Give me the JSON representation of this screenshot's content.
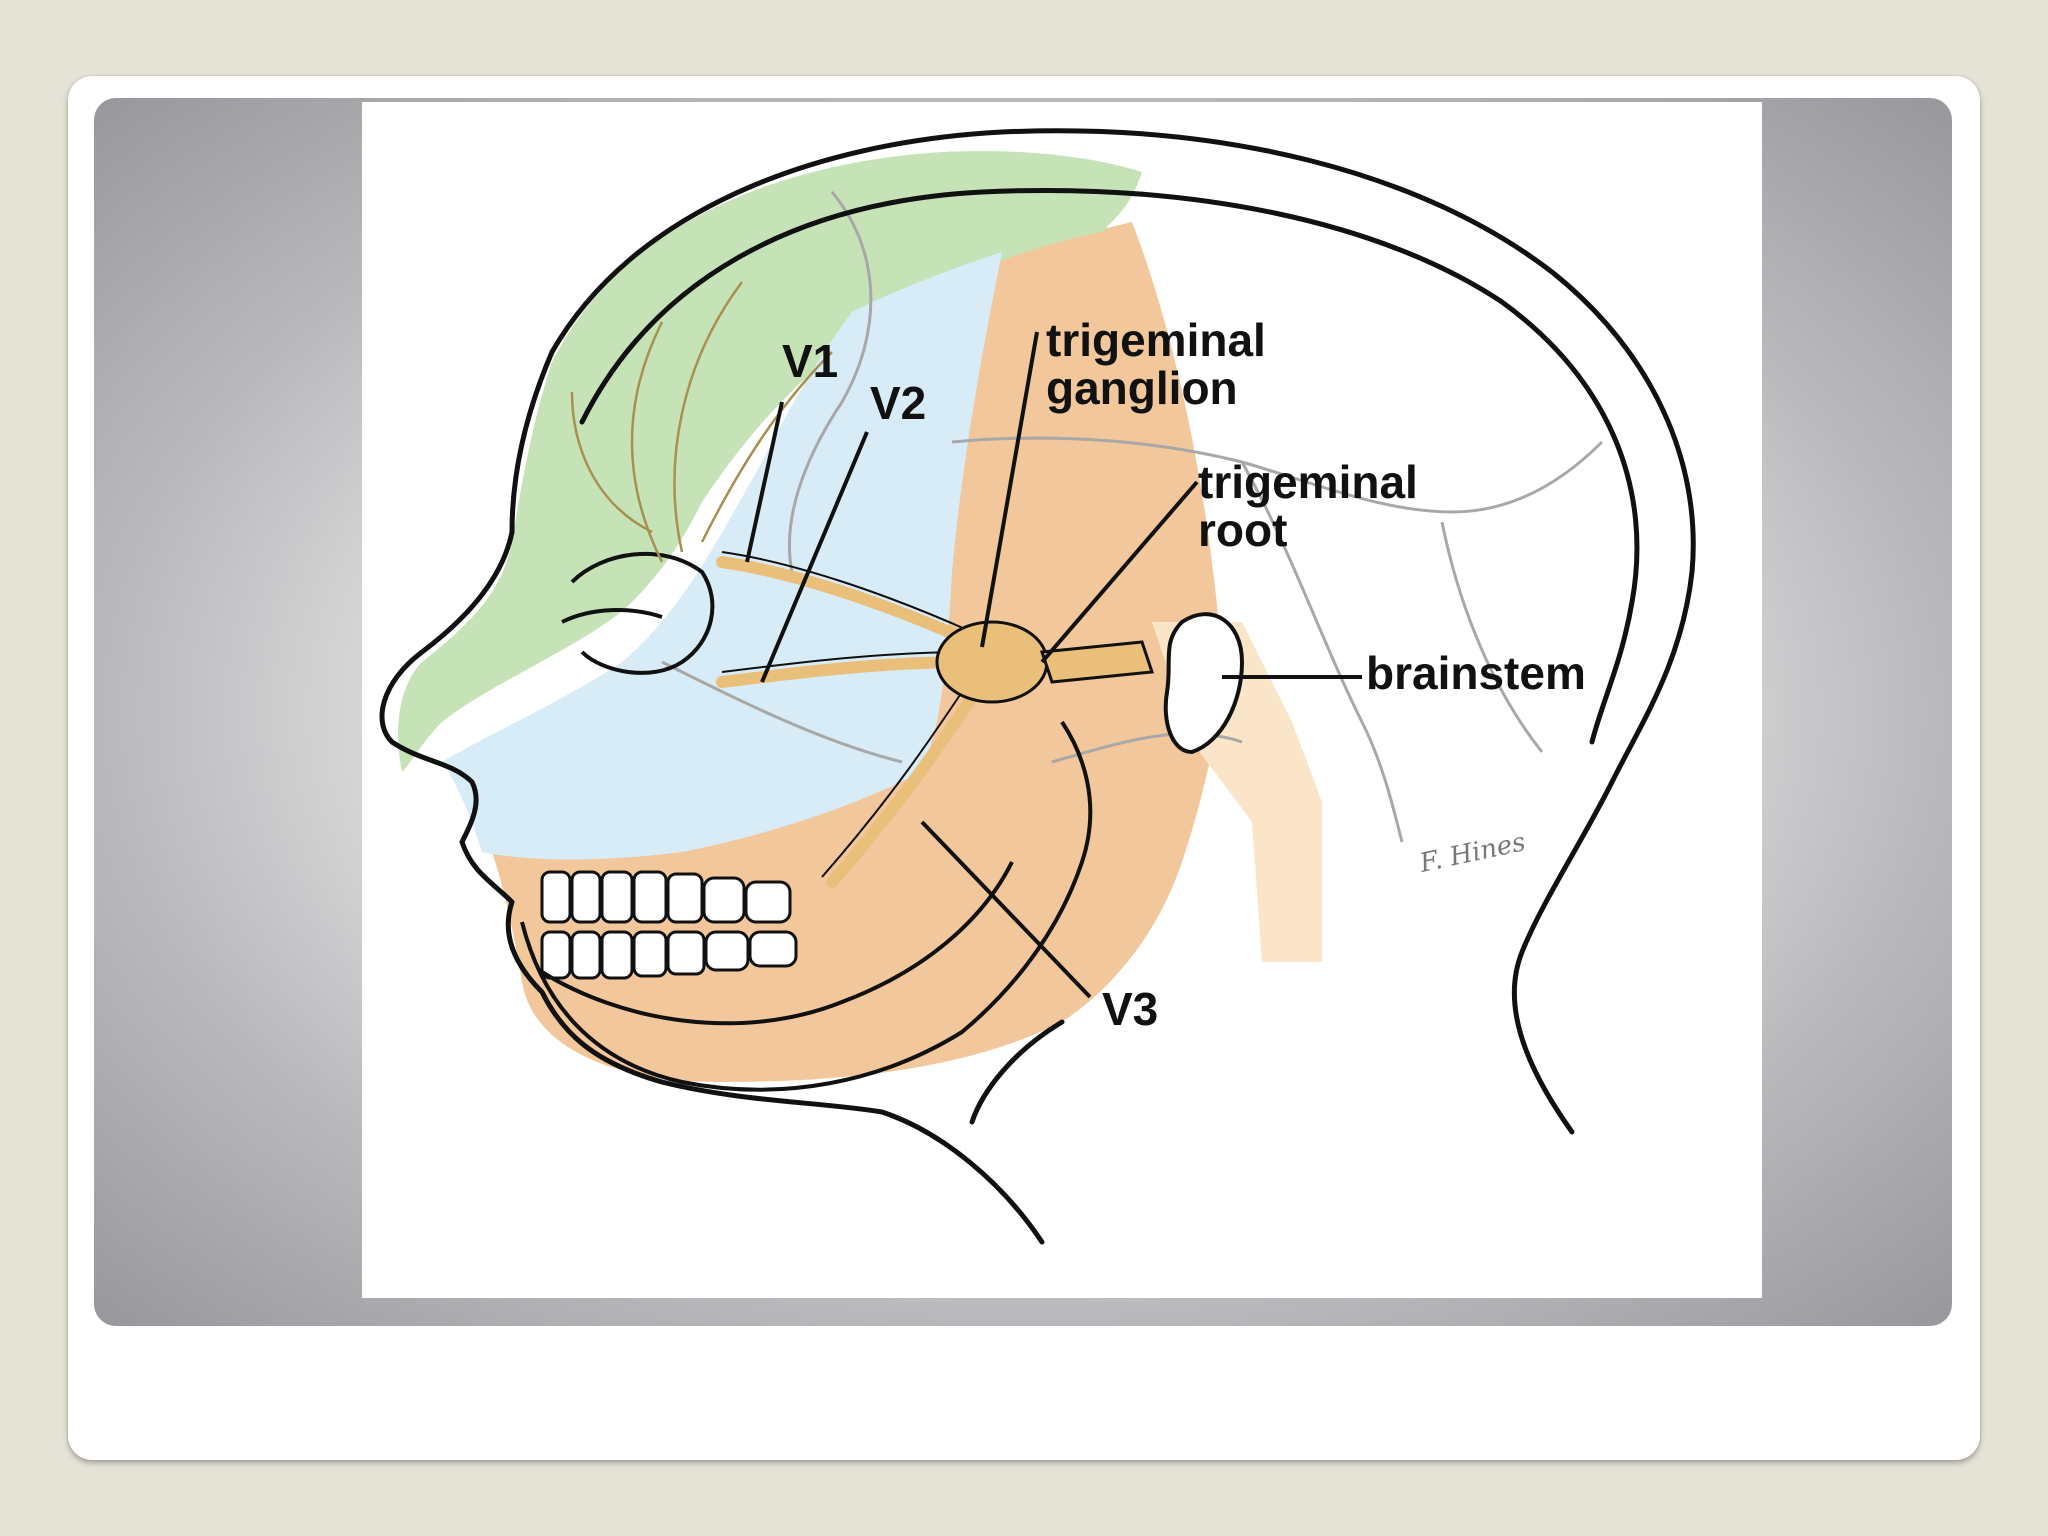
{
  "diagram": {
    "labels": {
      "v1": "V1",
      "v2": "V2",
      "v3": "V3",
      "trigeminal_ganglion": [
        "trigeminal",
        "ganglion"
      ],
      "trigeminal_root": [
        "trigeminal",
        "root"
      ],
      "brainstem": "brainstem"
    },
    "colors": {
      "v1_region": "#c6e3b8",
      "v2_region": "#d8ecf7",
      "v3_region": "#f2c79b",
      "nerve": "#e9bf7a",
      "outline": "#111111",
      "skull_line": "#a8a8a8",
      "slide_background": "#e5e2d6"
    },
    "signature": "F. Hines"
  }
}
